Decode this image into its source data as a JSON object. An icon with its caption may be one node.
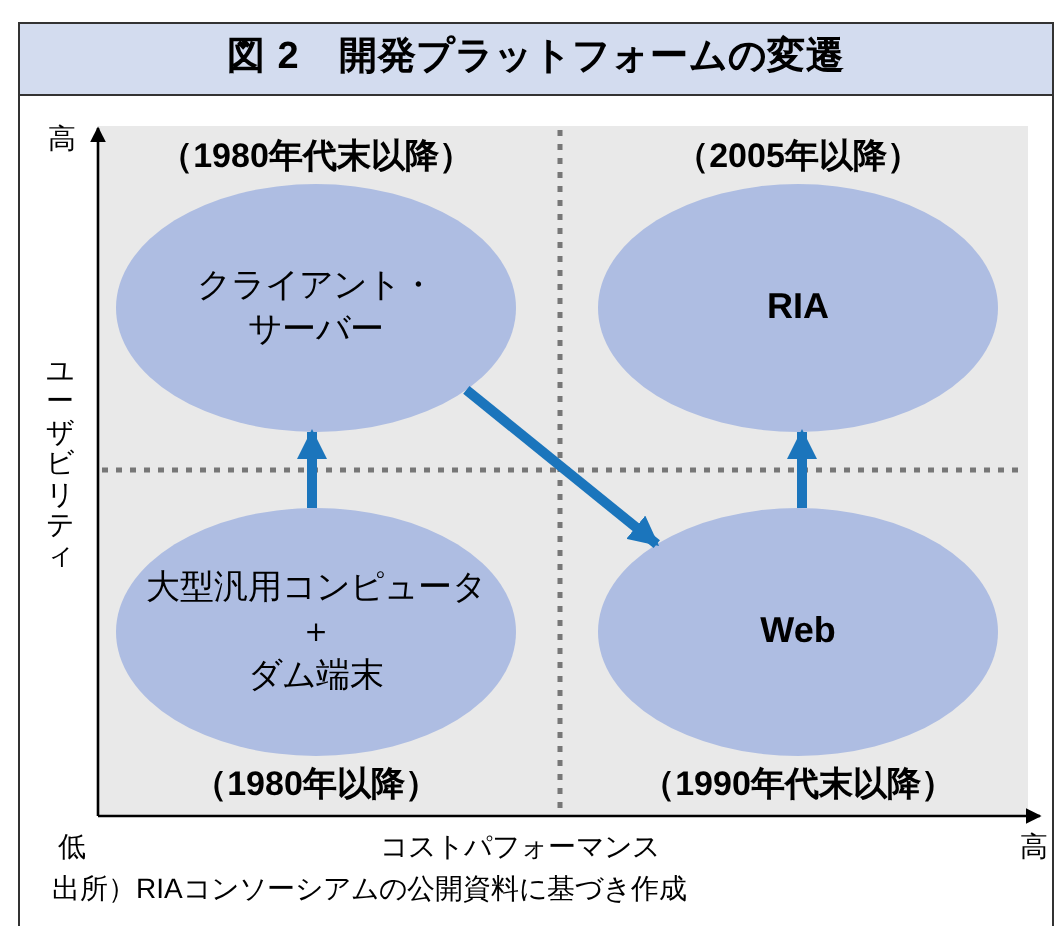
{
  "diagram": {
    "title": "図 2　開発プラットフォームの変遷",
    "nodes": [
      {
        "text": [
          "クライアント・サーバー"
        ],
        "beside": [
          "（1980年代末以降）"
        ]
      },
      {
        "text": [
          "RIA"
        ],
        "beside": [
          "（2005年以降）"
        ]
      },
      {
        "text": [
          "大型汎用コンピュータ",
          "＋",
          "ダム端末"
        ],
        "beside": [
          "（1980年以降）"
        ]
      },
      {
        "text": [
          "Web"
        ],
        "beside": [
          "（1990年代末以降）"
        ]
      }
    ],
    "edges": [
      {
        "from": 2,
        "to": 0,
        "arrow": "to"
      },
      {
        "from": 0,
        "to": 3,
        "arrow": "to"
      },
      {
        "from": 3,
        "to": 1,
        "arrow": "to"
      }
    ],
    "labels": [
      "高",
      "ユーザビリティ",
      "低",
      "コストパフォーマンス",
      "高"
    ],
    "caption": "出所）RIAコンソーシアムの公開資料に基づき作成"
  }
}
